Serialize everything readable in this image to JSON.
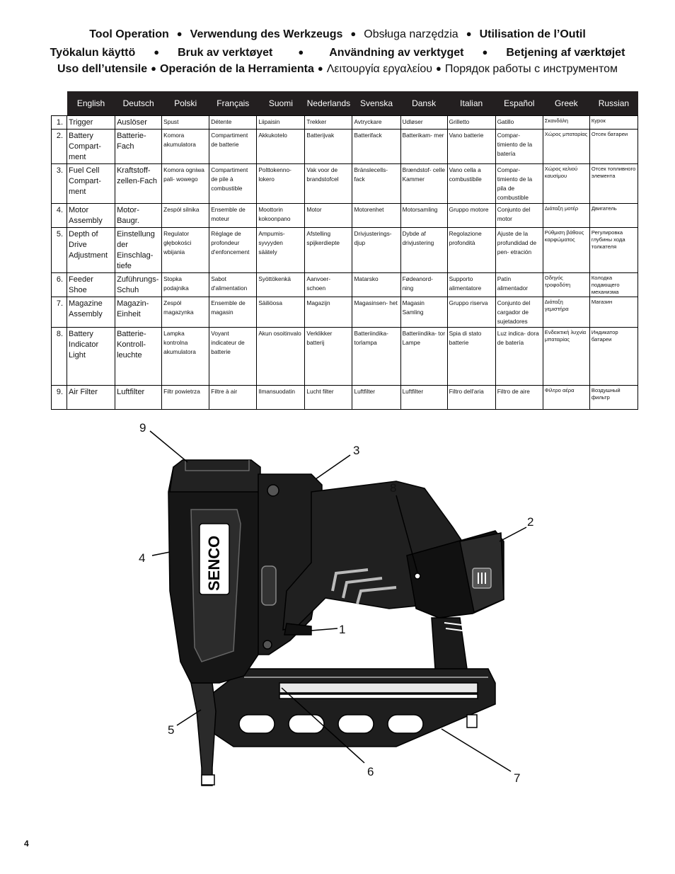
{
  "header": {
    "line1": [
      "Tool Operation",
      "Verwendung des Werkzeugs",
      "Obsługa narzędzia",
      "Utilisation de l’Outil"
    ],
    "line2": [
      "Työkalun käyttö",
      "Bruk av verktøyet",
      "Användning av verktyget",
      "Betjening af værktøjet"
    ],
    "line3": [
      "Uso dell’utensile",
      "Operación de la Herramienta",
      "Λειτουργία εργαλείου",
      "Порядок работы с инструментом"
    ],
    "separator": "●"
  },
  "table": {
    "languages": [
      "English",
      "Deutsch",
      "Polski",
      "Français",
      "Suomi",
      "Nederlands",
      "Svenska",
      "Dansk",
      "Italian",
      "Español",
      "Greek",
      "Russian"
    ],
    "rows": [
      {
        "num": "1.",
        "cells": [
          "Trigger",
          "Auslöser",
          "Spust",
          "Détente",
          "Liipaisin",
          "Trekker",
          "Avtryckare",
          "Udløser",
          "Grilletto",
          "Gatillo",
          "Σκανδάλη",
          "Курок"
        ]
      },
      {
        "num": "2.",
        "cells": [
          "Battery Compart- ment",
          "Batterie- Fach",
          "Komora akumulatora",
          "Compartiment de batterie",
          "Akkukotelo",
          "Batterijvak",
          "Batterifack",
          "Batterikam- mer",
          "Vano batterie",
          "Compar- timiento de la batería",
          "Χώρος μπαταρίας",
          "Отсек батареи"
        ]
      },
      {
        "num": "3.",
        "cells": [
          "Fuel Cell Compart- ment",
          "Kraftstoff- zellen-Fach",
          "Komora ogniwa pali- wowego",
          "Compartiment de pile à combustible",
          "Polttokenno- lokero",
          "Vak voor de brandstofcel",
          "Bränslecells- fack",
          "Brændstof- celle Kammer",
          "Vano cella a combustibile",
          "Compar- timiento de la pila de combustible",
          "Χώρος κελιού καυσίμου",
          "Отсек топливного элемента"
        ]
      },
      {
        "num": "4.",
        "cells": [
          "Motor Assembly",
          "Motor- Baugr.",
          "Zespół silnika",
          "Ensemble de moteur",
          "Moottorin kokoonpano",
          "Motor",
          "Motorenhet",
          "Motorsamling",
          "Gruppo motore",
          "Conjunto del motor",
          "Διάταξη μοτέρ",
          "Двигатель"
        ]
      },
      {
        "num": "5.",
        "cells": [
          "Depth of Drive Adjustment",
          "Einstellung der Einschlag- tiefe",
          "Regulator głębokości wbijania",
          "Réglage de profondeur d'enfoncement",
          "Ampumis- syvyyden säätely",
          "Afstelling spijkerdiepte",
          "Drivjusterings- djup",
          "Dybde af drivjustering",
          "Regolazione profondità",
          "Ajuste de la profundidad de pen- etración",
          "Ρύθμιση βάθους καρφώματος",
          "Регулировка глубины хода толкателя"
        ]
      },
      {
        "num": "6.",
        "cells": [
          "Feeder Shoe",
          "Zuführungs- Schuh",
          "Stopka podajnika",
          "Sabot d'alimentation",
          "Syöttökenkä",
          "Aanvoer- schoen",
          "Matarsko",
          "Fødeanord- ning",
          "Supporto alimentatore",
          "Patín alimentador",
          "Οδηγός τροφοδότη",
          "Колодка подающего механизма"
        ]
      },
      {
        "num": "7.",
        "cells": [
          "Magazine Assembly",
          "Magazin- Einheit",
          "Zespół magazynka",
          "Ensemble de magasin",
          "Säiliöosa",
          "Magazijn",
          "Magasinsen- het",
          "Magasin Samling",
          "Gruppo riserva",
          "Conjunto del cargador de sujetadores",
          "Διάταξη γεμιστήρα",
          "Магазин"
        ]
      },
      {
        "num": "8.",
        "cells": [
          "Battery Indicator Light",
          "Batterie- Kontroll- leuchte",
          "Lampka kontrolna akumulatora",
          "Voyant indicateur de batterie",
          "Akun osoitinvalo",
          "Verklikker batterij",
          "Batteriindika- torlampa",
          "Batteriindika- tor Lampe",
          "Spia di stato batterie",
          "Luz indica- dora de batería",
          "Ενδεικτική λυχνία μπαταρίας",
          "Индикатор батареи"
        ]
      },
      {
        "num": "9.",
        "cells": [
          "Air Filter",
          "Luftfilter",
          "Filtr powietrza",
          "Filtre à air",
          "Ilmansuodatin",
          "Lucht filter",
          "Luftfilter",
          "Luftfilter",
          "Filtro dell'aria",
          "Filtro de aire",
          "Φίλτρο αέρα",
          "Воздушный фильтр"
        ]
      }
    ]
  },
  "figure": {
    "brand": "SENCO",
    "callouts": [
      "1",
      "2",
      "3",
      "4",
      "5",
      "6",
      "7",
      "8",
      "9"
    ]
  },
  "page_number": "4"
}
